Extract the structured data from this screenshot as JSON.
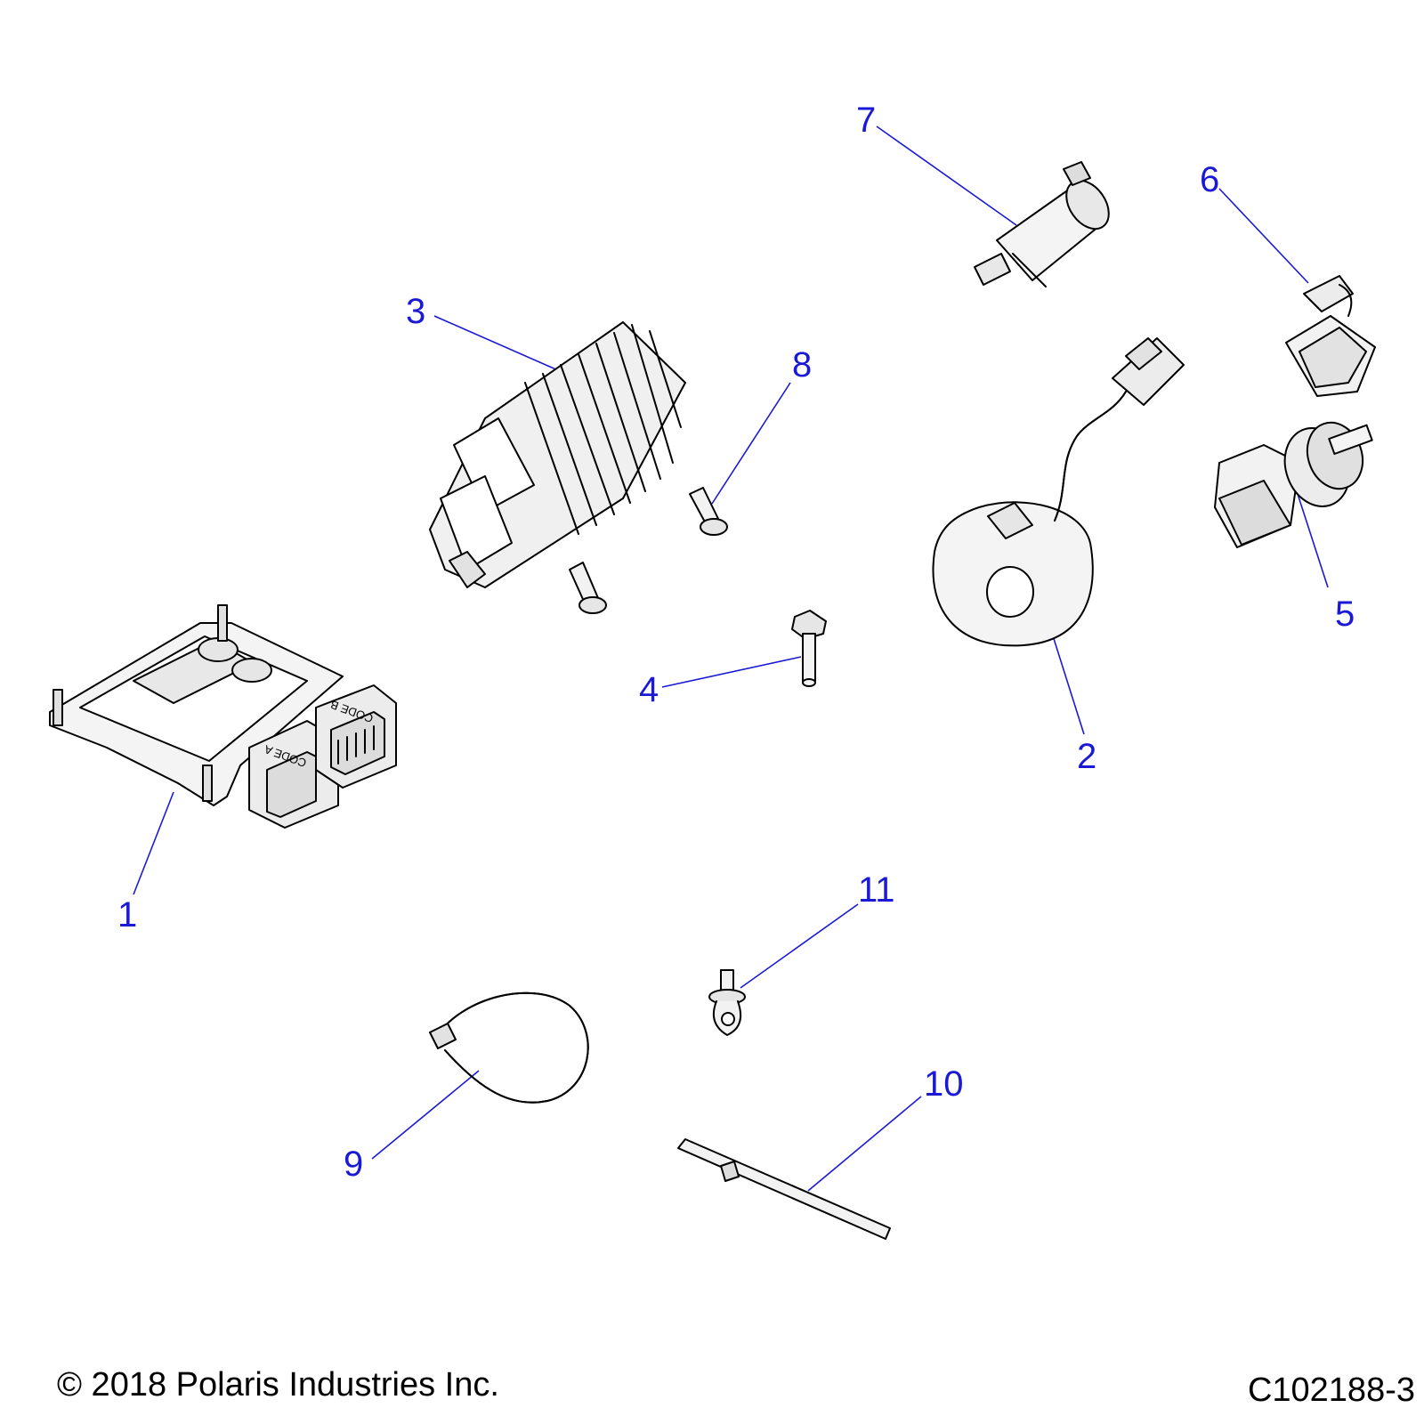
{
  "callouts": [
    {
      "id": "1",
      "label": "1"
    },
    {
      "id": "2",
      "label": "2"
    },
    {
      "id": "3",
      "label": "3"
    },
    {
      "id": "4",
      "label": "4"
    },
    {
      "id": "5",
      "label": "5"
    },
    {
      "id": "6",
      "label": "6"
    },
    {
      "id": "7",
      "label": "7"
    },
    {
      "id": "8",
      "label": "8"
    },
    {
      "id": "9",
      "label": "9"
    },
    {
      "id": "10",
      "label": "10"
    },
    {
      "id": "11",
      "label": "11"
    }
  ],
  "ecu_labels": {
    "left_connector": "CODE A",
    "right_connector": "CODE B"
  },
  "footer": {
    "copyright": "© 2018 Polaris Industries Inc.",
    "figure_id": "C102188-3"
  },
  "colors": {
    "callout": "#1a1ad6",
    "line_art": "#000000",
    "part_fill_light": "#f2f2f2",
    "part_fill_mid": "#d9d9d9",
    "part_fill_dark": "#b3b3b3"
  }
}
